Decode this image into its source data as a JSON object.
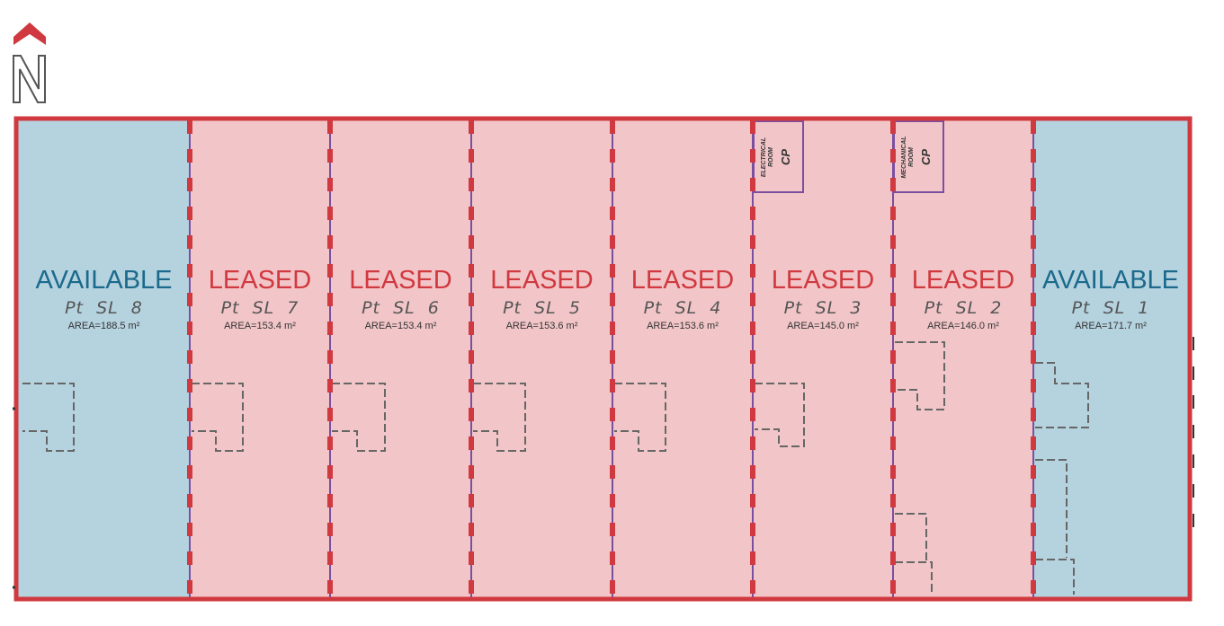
{
  "north_label": "N",
  "colors": {
    "leased_fill": "#f2c6c8",
    "available_fill": "#b5d2df",
    "leased_text": "#d0393f",
    "available_text": "#1b6a8c",
    "outline": "#d0393f",
    "divider": "#7b4fa0",
    "dashed": "#666666"
  },
  "units": [
    {
      "id": "sl8",
      "status": "AVAILABLE",
      "name": "Pt SL 8",
      "area": "AREA=188.5 m²"
    },
    {
      "id": "sl7",
      "status": "LEASED",
      "name": "Pt SL 7",
      "area": "AREA=153.4 m²"
    },
    {
      "id": "sl6",
      "status": "LEASED",
      "name": "Pt SL 6",
      "area": "AREA=153.4 m²"
    },
    {
      "id": "sl5",
      "status": "LEASED",
      "name": "Pt SL 5",
      "area": "AREA=153.6 m²"
    },
    {
      "id": "sl4",
      "status": "LEASED",
      "name": "Pt SL 4",
      "area": "AREA=153.6 m²"
    },
    {
      "id": "sl3",
      "status": "LEASED",
      "name": "Pt SL 3",
      "area": "AREA=145.0 m²"
    },
    {
      "id": "sl2",
      "status": "LEASED",
      "name": "Pt SL 2",
      "area": "AREA=146.0 m²"
    },
    {
      "id": "sl1",
      "status": "AVAILABLE",
      "name": "Pt SL 1",
      "area": "AREA=171.7 m²"
    }
  ],
  "rooms": [
    {
      "id": "electrical",
      "lines": [
        "ELECTRICAL",
        "ROOM"
      ],
      "code": "CP"
    },
    {
      "id": "mechanical",
      "lines": [
        "MECHANICAL",
        "ROOM"
      ],
      "code": "CP"
    }
  ]
}
